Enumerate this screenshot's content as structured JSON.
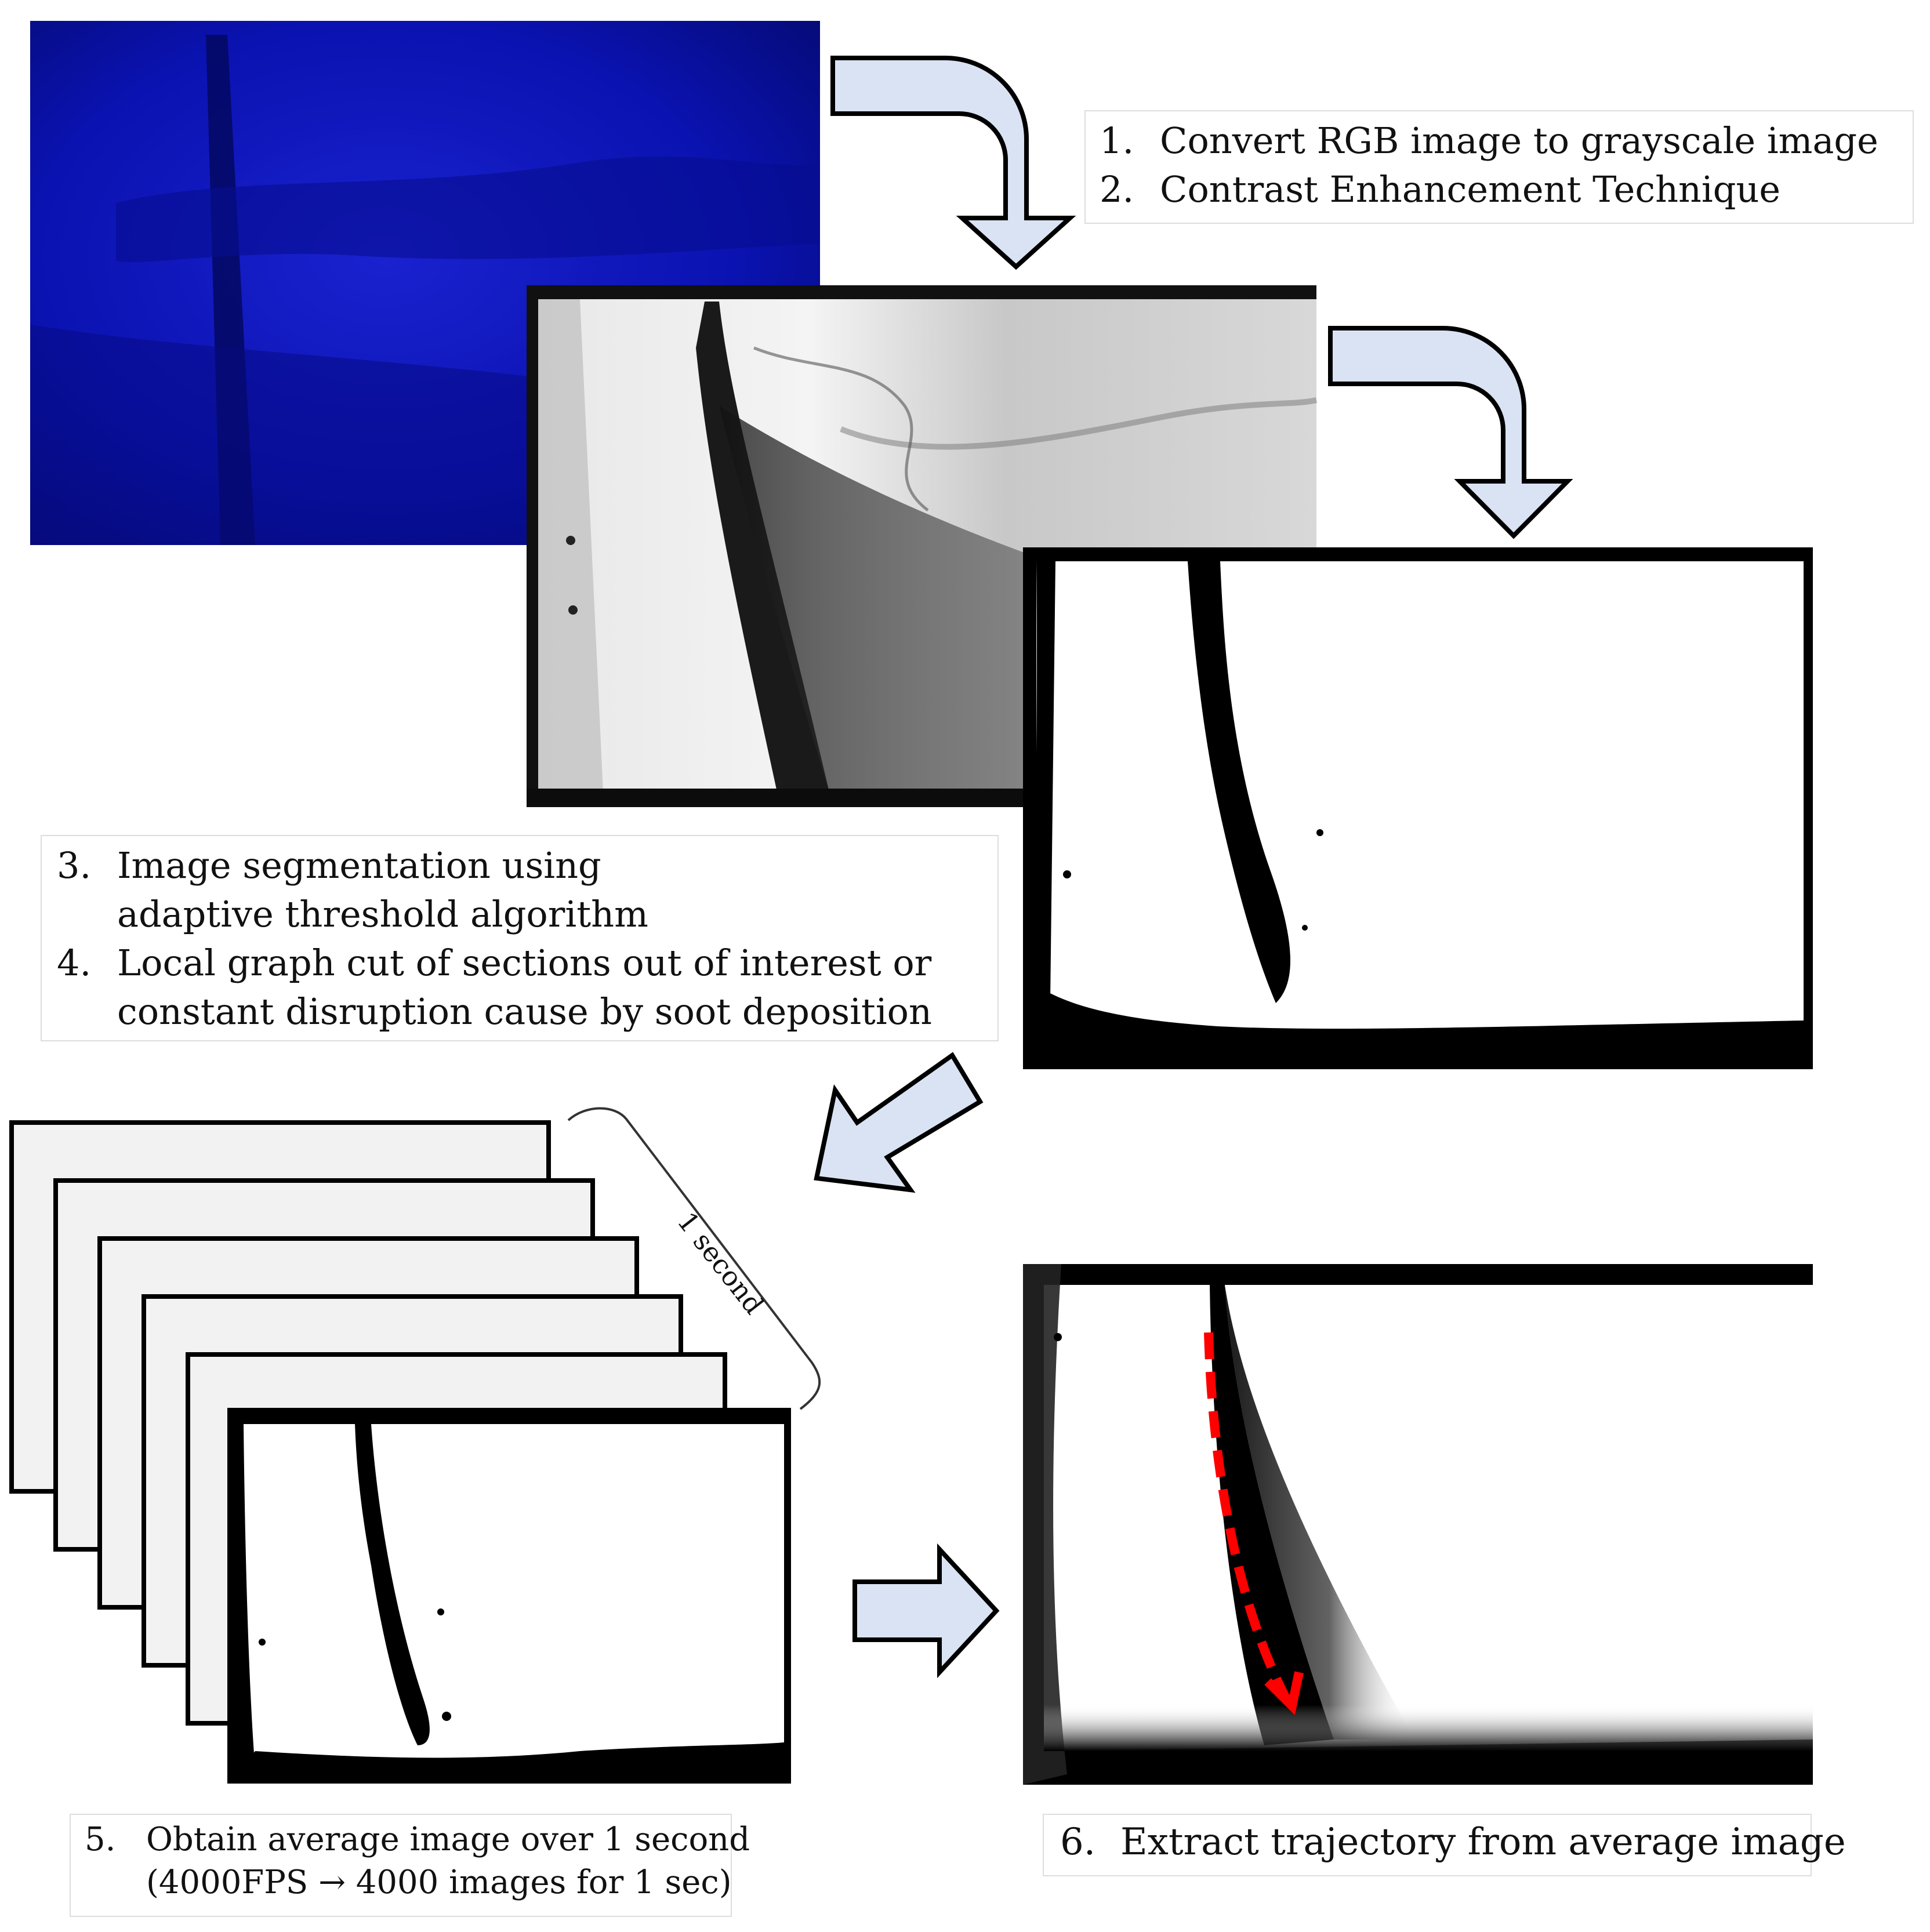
{
  "steps": [
    {
      "num": "1.",
      "text": "Convert RGB image to grayscale image"
    },
    {
      "num": "2.",
      "text": "Contrast Enhancement Technique"
    },
    {
      "num": "3.",
      "text": "Image segmentation using",
      "text2": "adaptive threshold algorithm"
    },
    {
      "num": "4.",
      "text": "Local graph cut of sections out of interest or",
      "text2": "constant disruption cause by soot deposition"
    },
    {
      "num": "5.",
      "text": "Obtain average image over 1 second",
      "text2": "(4000FPS → 4000 images for 1 sec)"
    },
    {
      "num": "6.",
      "text": "Extract trajectory from average image"
    }
  ],
  "bracket_label": "1 second",
  "colors": {
    "arrow_fill": "#dae3f3",
    "arrow_stroke": "#000000",
    "rgb_image": "#0a12b8",
    "frame_fill": "#f2f2f2",
    "trajectory": "#ff0000"
  }
}
